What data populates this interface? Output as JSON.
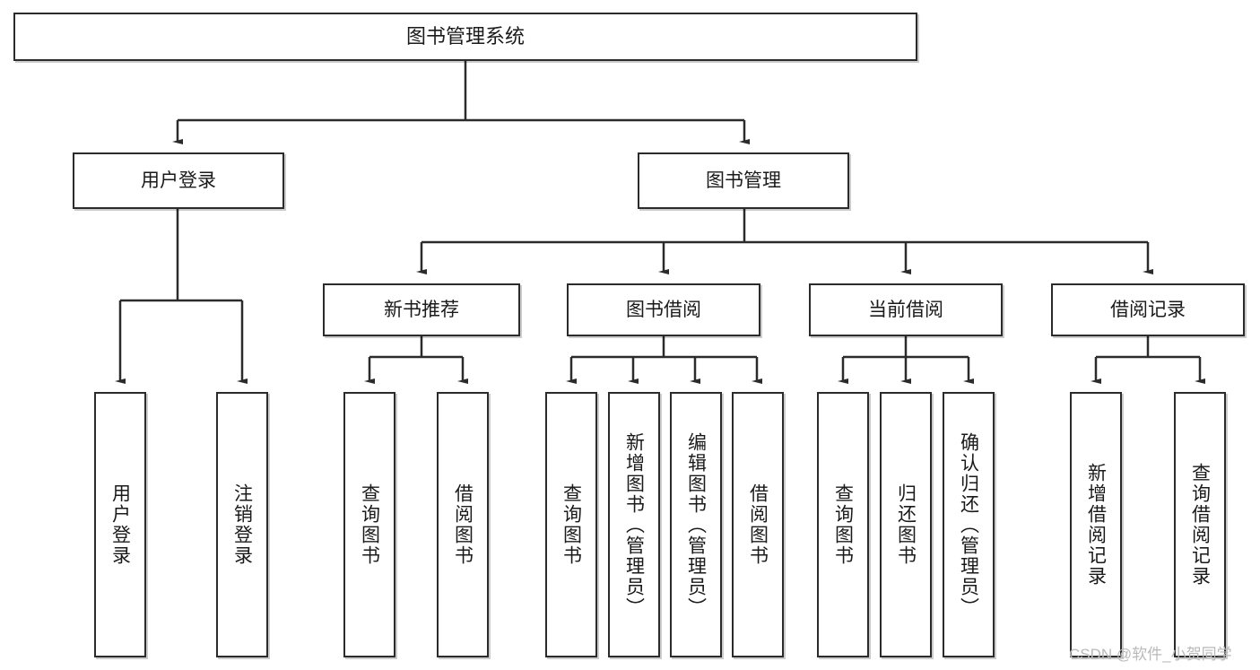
{
  "diagram": {
    "type": "tree-hierarchy",
    "title": "图书管理系统",
    "orientation": "top-down",
    "colors": {
      "stroke": "#2b2b2b",
      "fill": "#ffffff",
      "text": "#1a1a1a",
      "watermark": "#b9b9b9"
    },
    "nodes": {
      "root": {
        "label": "图书管理系统"
      },
      "level2": {
        "user_login": {
          "label": "用户登录"
        },
        "book_manage": {
          "label": "图书管理"
        }
      },
      "level3": {
        "new_book_rec": {
          "label": "新书推荐"
        },
        "book_borrow": {
          "label": "图书借阅"
        },
        "current_borrow": {
          "label": "当前借阅"
        },
        "borrow_record": {
          "label": "借阅记录"
        }
      },
      "leaves": {
        "user_login": [
          {
            "label": "用户登录"
          },
          {
            "label": "注销登录"
          }
        ],
        "new_book_rec": [
          {
            "label": "查询图书"
          },
          {
            "label": "借阅图书"
          }
        ],
        "book_borrow": [
          {
            "label": "查询图书"
          },
          {
            "label": "新增图书（管理员）"
          },
          {
            "label": "编辑图书（管理员）"
          },
          {
            "label": "借阅图书"
          }
        ],
        "current_borrow": [
          {
            "label": "查询图书"
          },
          {
            "label": "归还图书"
          },
          {
            "label": "确认归还（管理员）"
          }
        ],
        "borrow_record": [
          {
            "label": "新增借阅记录"
          },
          {
            "label": "查询借阅记录"
          }
        ]
      }
    },
    "watermark": "CSDN @软件_小贺同学"
  }
}
